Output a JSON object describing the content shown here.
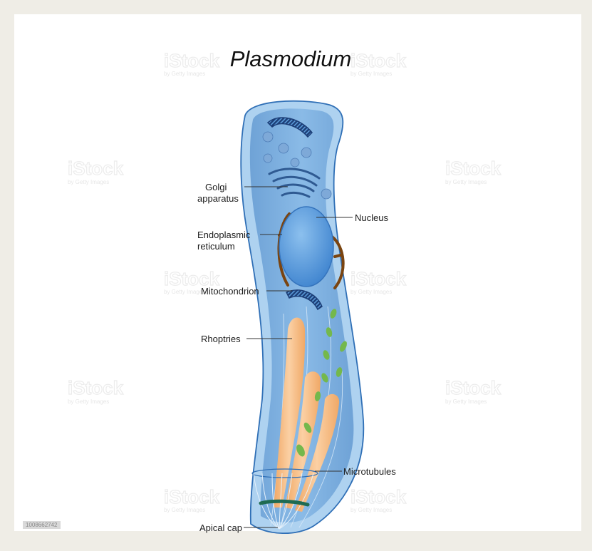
{
  "title": "Plasmodium",
  "labels": {
    "golgi": [
      "Golgi",
      "apparatus"
    ],
    "nucleus": "Nucleus",
    "er": [
      "Endoplasmic",
      "reticulum"
    ],
    "mitochondrion": "Mitochondrion",
    "rhoptries": "Rhoptries",
    "microtubules": "Microtubules",
    "apical_cap": "Apical cap"
  },
  "watermark": {
    "brand": "iStock",
    "sub": "by Getty Images"
  },
  "image_id": "1008662742",
  "colors": {
    "outer": "#aacff0",
    "cytoplasm": "#6ea4d9",
    "nucleus": "#4f92da",
    "er": "#7a4410",
    "mito_outer": "#1c3e77",
    "mito_inner": "#4a88cc",
    "rhoptry": "#f4b57c",
    "microneme": "#74b84c",
    "apical_ring": "#1f6b52"
  }
}
